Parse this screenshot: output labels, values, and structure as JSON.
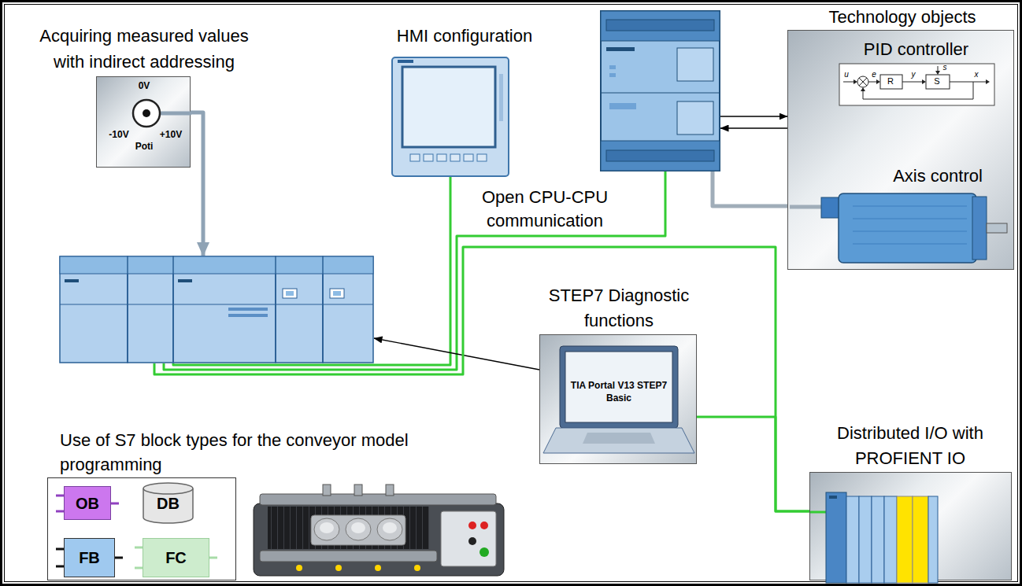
{
  "diagram": {
    "nodes": [
      {
        "text": [
          "Acquiring measured values with indirect addressing",
          "0V",
          "-10V",
          "+10V",
          "Poti"
        ]
      },
      {
        "text": [
          "HMI configuration"
        ]
      },
      {
        "text": []
      },
      {
        "text": [
          "Technology objects"
        ]
      },
      {
        "text": [
          "PID controller"
        ],
        "in": 3
      },
      {
        "text": [
          "Axis control"
        ],
        "in": 3
      },
      {
        "text": []
      },
      {
        "text": [
          "STEP7 Diagnostic functions",
          "TIA Portal V13 STEP7 Basic"
        ]
      },
      {
        "text": [
          "Distributed I/O with PROFIENT IO"
        ]
      },
      {
        "text": [
          "Use of S7 block types for the conveyor model programming"
        ]
      },
      {
        "text": [
          "OB"
        ],
        "in": 9
      },
      {
        "text": [
          "DB"
        ],
        "in": 9
      },
      {
        "text": [
          "FB"
        ],
        "in": 9
      },
      {
        "text": [
          "FC"
        ],
        "in": 9
      }
    ],
    "edges": [
      {
        "from": 0,
        "to": 6,
        "arrow": "to"
      },
      {
        "from": 1,
        "to": 6,
        "arrow": "none"
      },
      {
        "from": 2,
        "to": 6,
        "label": "Open CPU-CPU communication",
        "arrow": "none"
      },
      {
        "from": 2,
        "to": 3,
        "arrow": "to"
      },
      {
        "from": 3,
        "to": 2,
        "arrow": "to"
      },
      {
        "from": 2,
        "to": 5,
        "arrow": "none"
      },
      {
        "from": 7,
        "to": 6,
        "arrow": "to"
      },
      {
        "from": 6,
        "to": 8,
        "arrow": "none"
      },
      {
        "from": 7,
        "to": 8,
        "arrow": "none"
      }
    ],
    "labels": [
      "u",
      "e",
      "R",
      "y",
      "s",
      "S",
      "x"
    ]
  }
}
